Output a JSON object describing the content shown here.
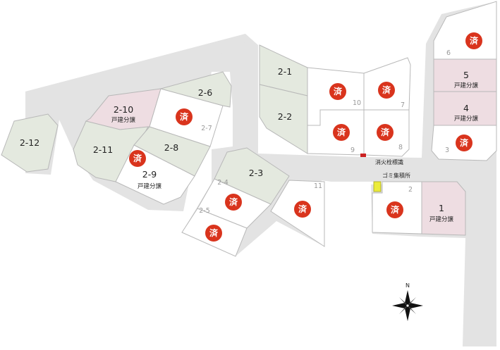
{
  "sold_mark": "済",
  "subdivision_sale_label": "戸建分譲",
  "facilities": {
    "hydrant_label": "消火栓標識",
    "garbage_label": "ゴミ集積所"
  },
  "compass": {
    "north_letter": "N"
  },
  "lots": {
    "l2_12": "2-12",
    "l2_11": "2-11",
    "l2_10": "2-10",
    "l2_9": "2-9",
    "l2_8": "2-8",
    "l2_7": "2-7",
    "l2_6": "2-6",
    "l2_5": "2-5",
    "l2_4": "2-4",
    "l2_3": "2-3",
    "l2_2": "2-2",
    "l2_1": "2-1",
    "l11": "11",
    "l10": "10",
    "l9": "9",
    "l8": "8",
    "l7": "7",
    "l6": "6",
    "l5": "5",
    "l4": "4",
    "l3": "3",
    "l2": "2",
    "l1": "1"
  }
}
